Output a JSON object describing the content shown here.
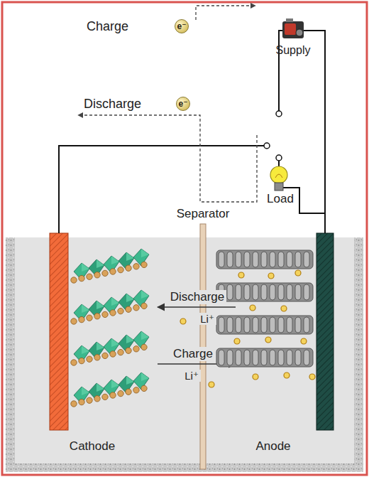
{
  "diagram": {
    "nodes": [
      {
        "text": [
          "e⁻"
        ]
      },
      {
        "text": [
          "e⁻"
        ]
      }
    ],
    "labels": [
      "Charge",
      "Supply",
      "Discharge",
      "Load",
      "Separator",
      "Discharge",
      "Li⁺",
      "Charge",
      "Li⁺",
      "Cathode",
      "Anode"
    ]
  }
}
